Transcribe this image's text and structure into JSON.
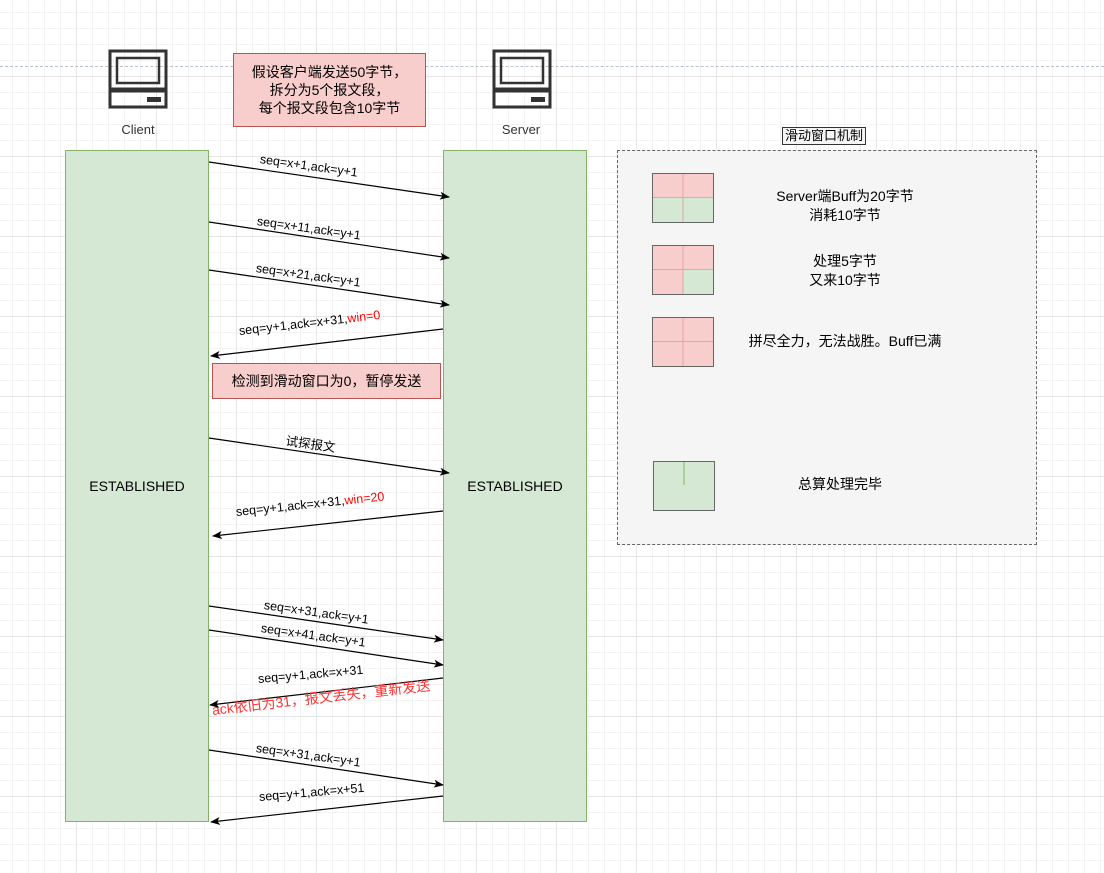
{
  "hosts": {
    "client_label": "Client",
    "server_label": "Server"
  },
  "lifelines": {
    "client_state": "ESTABLISHED",
    "server_state": "ESTABLISHED"
  },
  "top_note": "假设客户端发送50字节，\n拆分为5个报文段，\n每个报文段包含10字节",
  "pause_note": "检测到滑动窗口为0，暂停发送",
  "messages": {
    "m1": "seq=x+1,ack=y+1",
    "m2": "seq=x+11,ack=y+1",
    "m3": "seq=x+21,ack=y+1",
    "m4": "seq=y+1,ack=x+31,",
    "m4_win": "win=0",
    "m5": "试探报文",
    "m6": "seq=y+1,ack=x+31,",
    "m6_win": "win=20",
    "m7": "seq=x+31,ack=y+1",
    "m8": "seq=x+41,ack=y+1",
    "m9": "seq=y+1,ack=x+31",
    "m9_note": "ack依旧为31，报文丢失，重新发送",
    "m10": "seq=x+31,ack=y+1",
    "m11": "seq=y+1,ack=x+51"
  },
  "legend": {
    "title": "滑动窗口机制",
    "row1": "Server端Buff为20字节\n消耗10字节",
    "row2": "处理5字节\n又来10字节",
    "row3": "拼尽全力，无法战胜。Buff已满",
    "row4": "总算处理完毕"
  },
  "colors": {
    "green_fill": "#d5e8d4",
    "green_stroke": "#82b366",
    "red_fill": "#f8cecc",
    "red_stroke": "#b85450",
    "highlight_text": "#ff0000"
  }
}
